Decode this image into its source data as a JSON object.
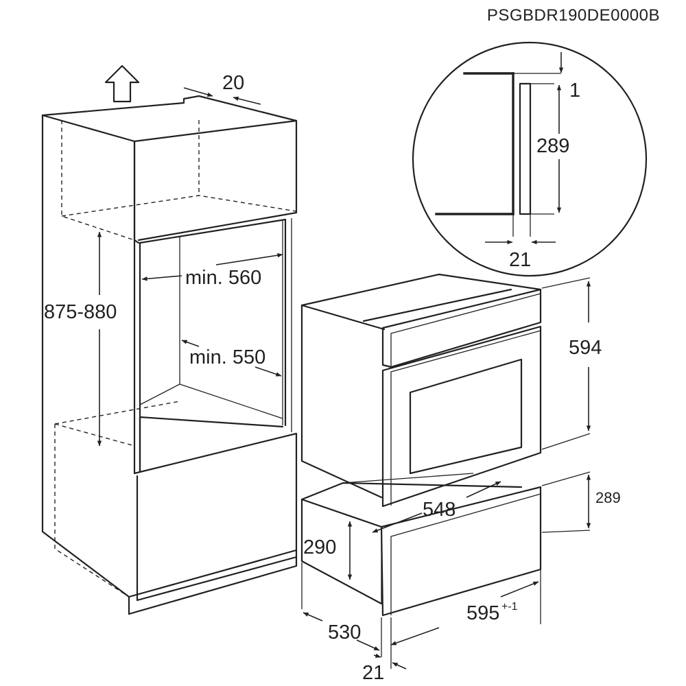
{
  "drawing": {
    "product_code": "PSGBDR190DE0000B",
    "dimensions": {
      "niche_height": "875-880",
      "min_width": "min. 560",
      "min_depth": "min. 550",
      "ventilation_gap": "20",
      "detail_gap_top": "1",
      "detail_front_height": "289",
      "detail_thickness": "21",
      "oven_height": "594",
      "drawer_front_height": "289",
      "drawer_depth": "548",
      "drawer_body_height": "290",
      "drawer_width": "595",
      "drawer_width_tolerance": "+-1",
      "drawer_body_depth": "530",
      "front_thickness": "21"
    }
  }
}
